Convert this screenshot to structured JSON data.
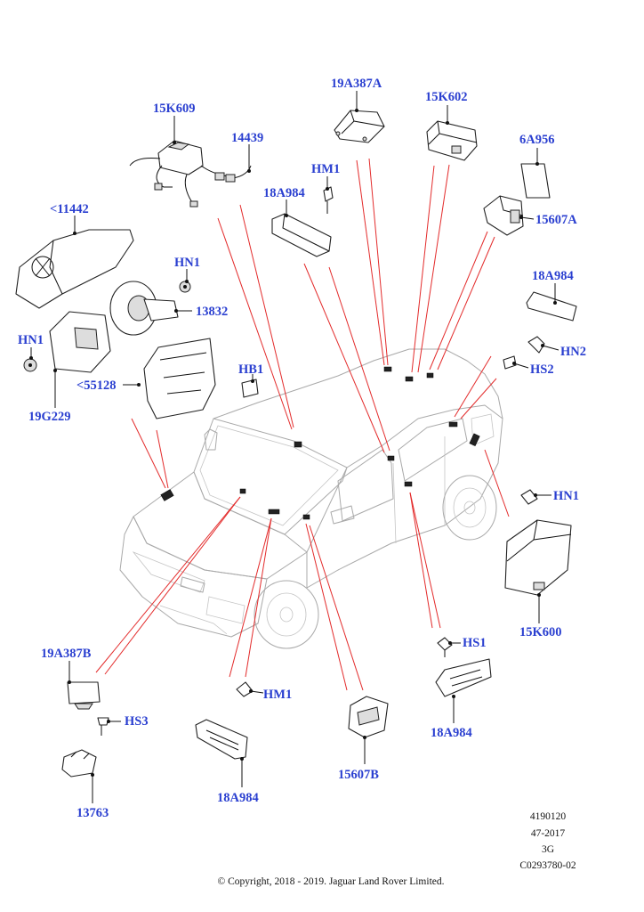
{
  "labels": {
    "p_19A387A": "19A387A",
    "p_15K602": "15K602",
    "p_15K609": "15K609",
    "p_14439": "14439",
    "p_HM1_top": "HM1",
    "p_6A956": "6A956",
    "p_18A984_top": "18A984",
    "p_15607A": "15607A",
    "p_11442": "<11442",
    "p_HN1_left": "HN1",
    "p_HN1_mid": "HN1",
    "p_13832": "13832",
    "p_18A984_right": "18A984",
    "p_HN2": "HN2",
    "p_HS2": "HS2",
    "p_HB1": "HB1",
    "p_55128": "<55128",
    "p_19G229": "19G229",
    "p_HN1_right": "HN1",
    "p_15K600": "15K600",
    "p_HS1": "HS1",
    "p_18A984_lowright": "18A984",
    "p_19A387B": "19A387B",
    "p_HS3": "HS3",
    "p_13763": "13763",
    "p_HM1_low": "HM1",
    "p_18A984_low": "18A984",
    "p_15607B": "15607B"
  },
  "footer": {
    "ref1": "4190120",
    "ref2": "47-2017",
    "ref3": "3G",
    "ref4": "C0293780-02",
    "copyright": "© Copyright, 2018 - 2019. Jaguar Land Rover Limited."
  }
}
